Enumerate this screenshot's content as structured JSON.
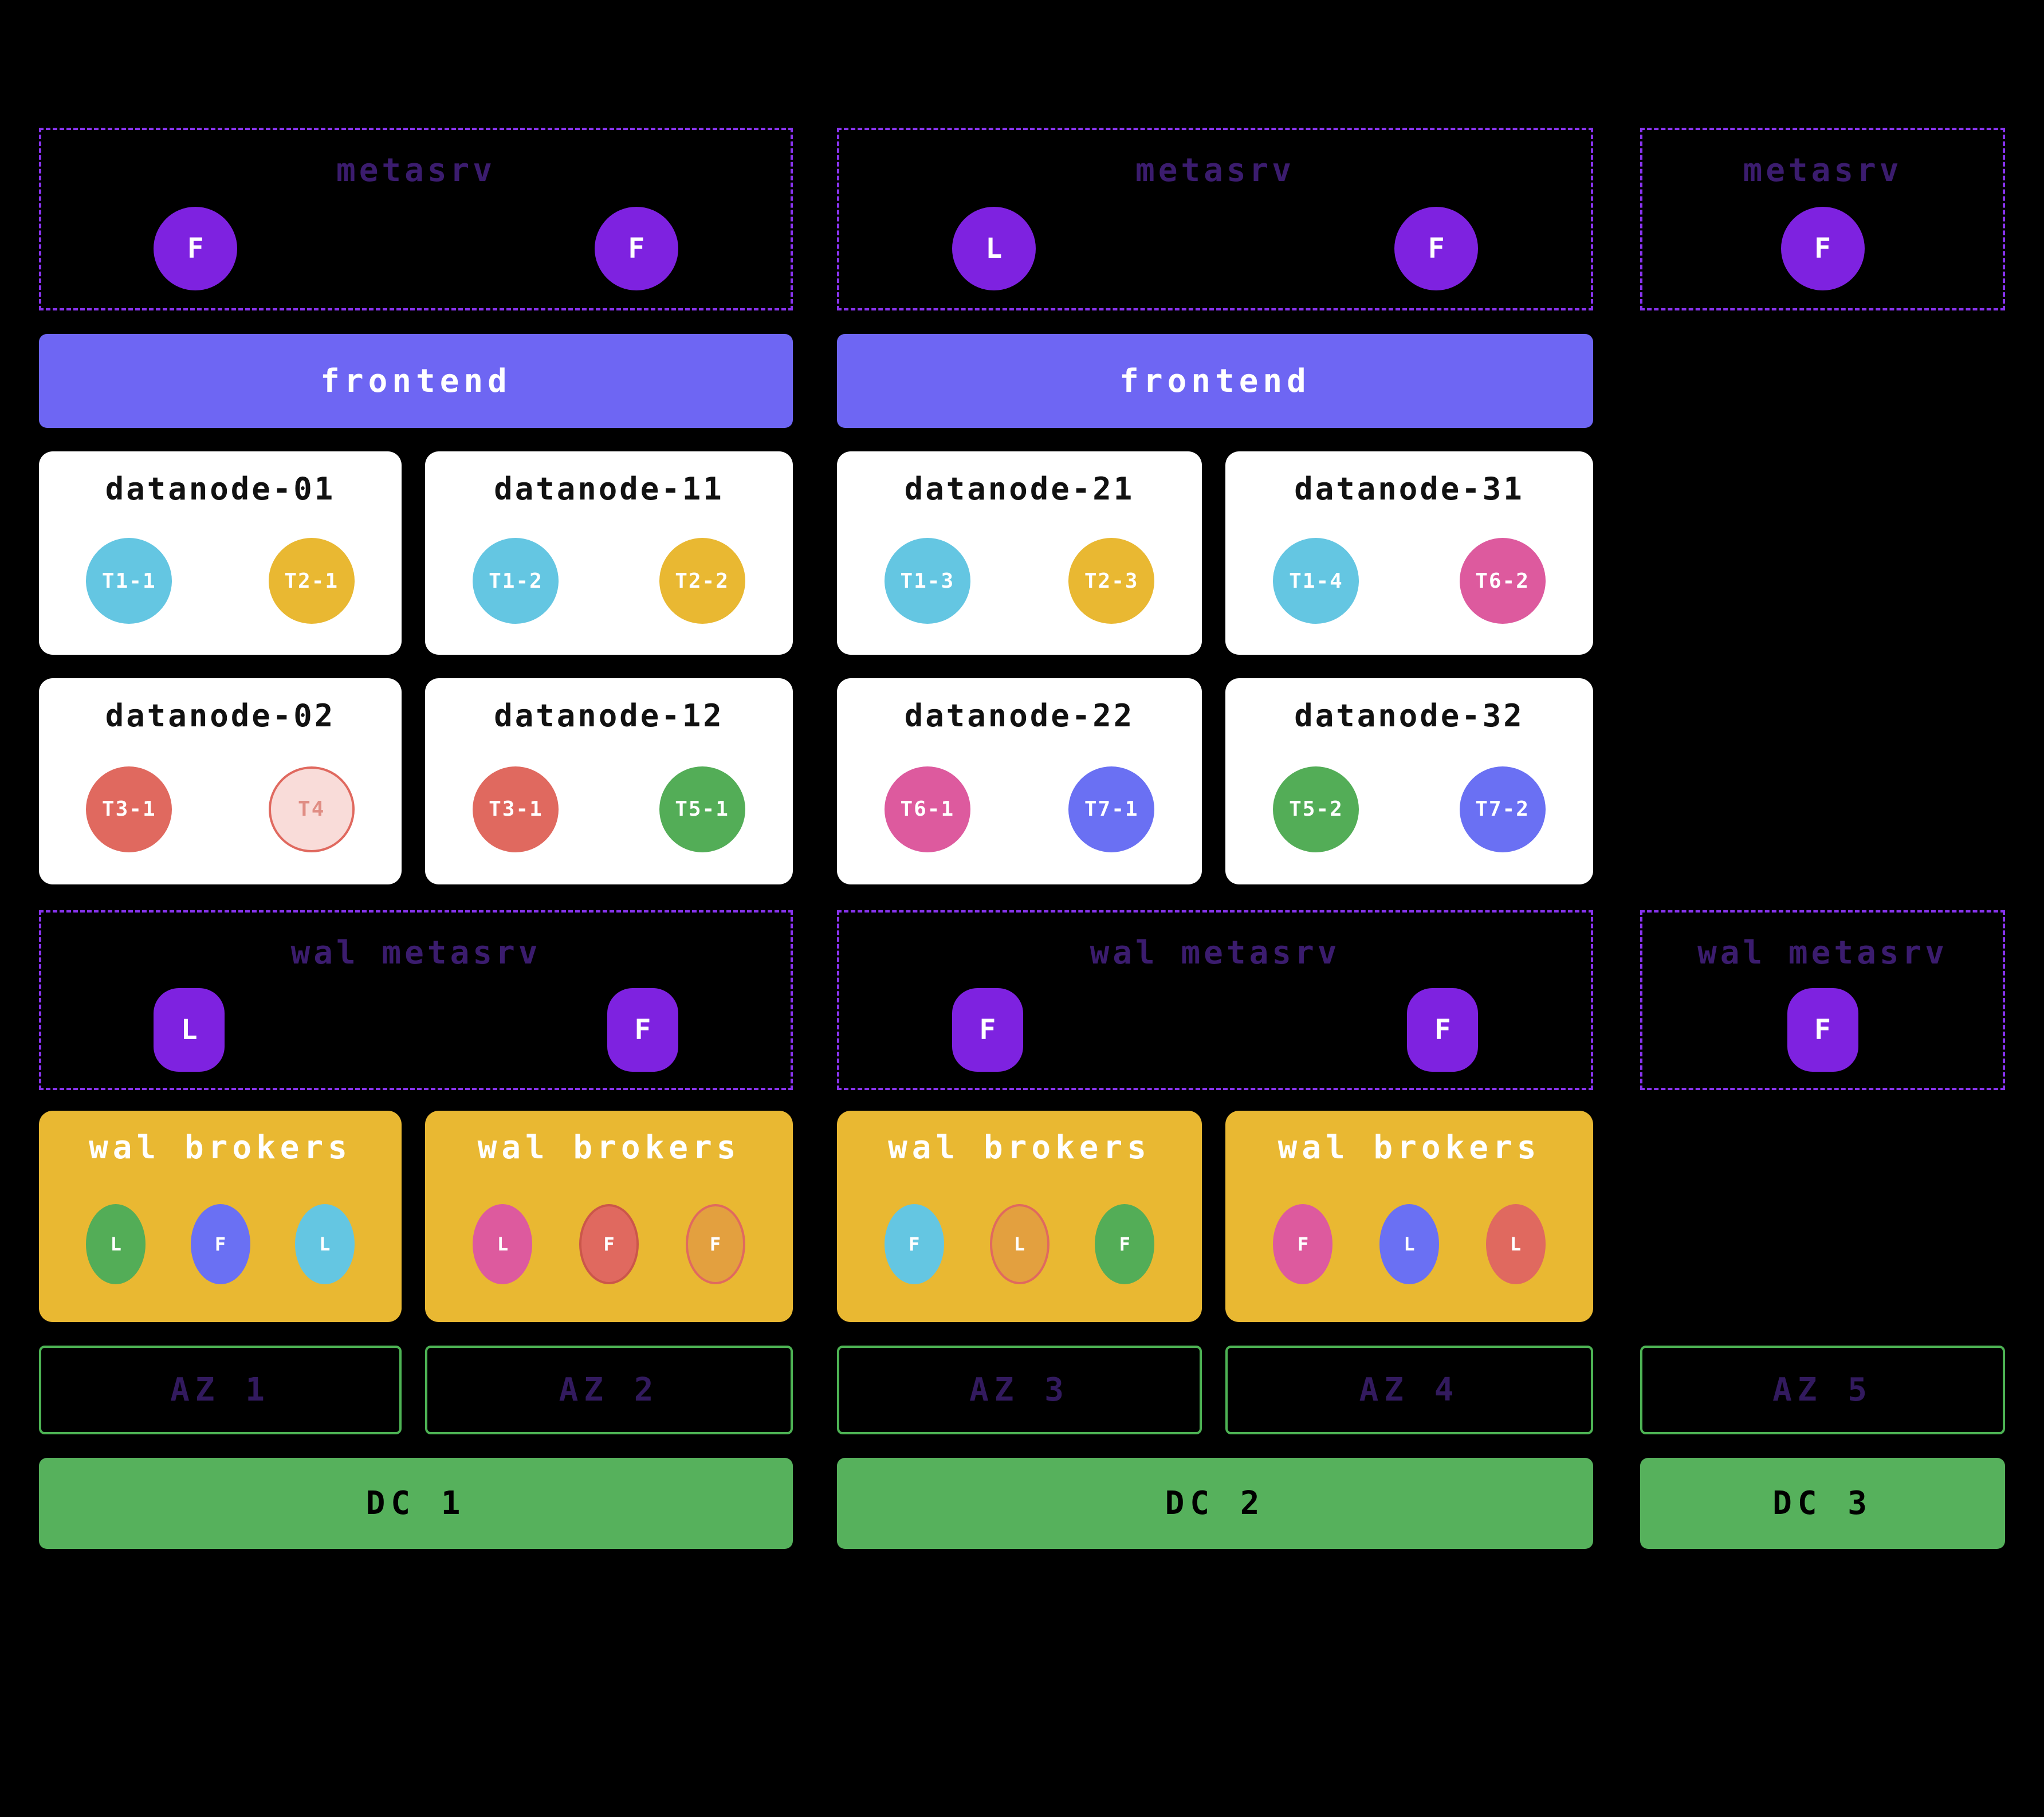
{
  "colors": {
    "background": "#000000",
    "dashed_border": "#8833ee",
    "dashed_title": "#3b1c6e",
    "metasrv_node": "#7e22e0",
    "frontend": "#6e66f3",
    "card_bg": "#ffffff",
    "card_title": "#111111",
    "broker_box": "#e9b832",
    "broker_title": "#ffffff",
    "az_border": "#4db354",
    "az_label": "#321a5e",
    "dc_bar": "#56b15c",
    "dc_label": "#000000"
  },
  "metasrv_groups": [
    {
      "title": "metasrv",
      "nodes": [
        {
          "label": "F"
        },
        {
          "label": "F"
        }
      ]
    },
    {
      "title": "metasrv",
      "nodes": [
        {
          "label": "L"
        },
        {
          "label": "F"
        }
      ]
    },
    {
      "title": "metasrv",
      "nodes": [
        {
          "label": "F"
        }
      ]
    }
  ],
  "frontends": [
    {
      "label": "frontend"
    },
    {
      "label": "frontend"
    }
  ],
  "datanodes": [
    {
      "title": "datanode-01",
      "regions": [
        {
          "label": "T1-1",
          "color": "#64c6e2"
        },
        {
          "label": "T2-1",
          "color": "#e9b832"
        }
      ]
    },
    {
      "title": "datanode-11",
      "regions": [
        {
          "label": "T1-2",
          "color": "#64c6e2"
        },
        {
          "label": "T2-2",
          "color": "#e9b832"
        }
      ]
    },
    {
      "title": "datanode-21",
      "regions": [
        {
          "label": "T1-3",
          "color": "#64c6e2"
        },
        {
          "label": "T2-3",
          "color": "#e9b832"
        }
      ]
    },
    {
      "title": "datanode-31",
      "regions": [
        {
          "label": "T1-4",
          "color": "#64c6e2"
        },
        {
          "label": "T6-2",
          "color": "#dd5a9e"
        }
      ]
    },
    {
      "title": "datanode-02",
      "regions": [
        {
          "label": "T3-1",
          "color": "#e0695f"
        },
        {
          "label": "T4",
          "color": "#f9dcd9",
          "border": "#e0695f",
          "text": "#e08d84"
        }
      ]
    },
    {
      "title": "datanode-12",
      "regions": [
        {
          "label": "T3-1",
          "color": "#e0695f"
        },
        {
          "label": "T5-1",
          "color": "#53ad57"
        }
      ]
    },
    {
      "title": "datanode-22",
      "regions": [
        {
          "label": "T6-1",
          "color": "#dd5a9e"
        },
        {
          "label": "T7-1",
          "color": "#6a70f3"
        }
      ]
    },
    {
      "title": "datanode-32",
      "regions": [
        {
          "label": "T5-2",
          "color": "#53ad57"
        },
        {
          "label": "T7-2",
          "color": "#6a70f3"
        }
      ]
    }
  ],
  "wal_metasrv_groups": [
    {
      "title": "wal metasrv",
      "nodes": [
        {
          "label": "L"
        },
        {
          "label": "F"
        }
      ]
    },
    {
      "title": "wal metasrv",
      "nodes": [
        {
          "label": "F"
        },
        {
          "label": "F"
        }
      ]
    },
    {
      "title": "wal metasrv",
      "nodes": [
        {
          "label": "F"
        }
      ]
    }
  ],
  "wal_broker_groups": [
    {
      "title": "wal brokers",
      "nodes": [
        {
          "label": "L",
          "color": "#53ad57"
        },
        {
          "label": "F",
          "color": "#6a70f3"
        },
        {
          "label": "L",
          "color": "#64c6e2"
        }
      ]
    },
    {
      "title": "wal brokers",
      "nodes": [
        {
          "label": "L",
          "color": "#dd5a9e"
        },
        {
          "label": "F",
          "color": "#e0695f",
          "border": "#cb564a"
        },
        {
          "label": "F",
          "color": "#e3a03f",
          "border": "#e0695f"
        }
      ]
    },
    {
      "title": "wal brokers",
      "nodes": [
        {
          "label": "F",
          "color": "#64c6e2"
        },
        {
          "label": "L",
          "color": "#e3a03f",
          "border": "#e0695f"
        },
        {
          "label": "F",
          "color": "#53ad57"
        }
      ]
    },
    {
      "title": "wal brokers",
      "nodes": [
        {
          "label": "F",
          "color": "#dd5a9e"
        },
        {
          "label": "L",
          "color": "#6a70f3"
        },
        {
          "label": "L",
          "color": "#e0695f"
        }
      ]
    }
  ],
  "availability_zones": [
    {
      "label": "AZ 1"
    },
    {
      "label": "AZ 2"
    },
    {
      "label": "AZ 3"
    },
    {
      "label": "AZ 4"
    },
    {
      "label": "AZ 5"
    }
  ],
  "datacenters": [
    {
      "label": "DC 1"
    },
    {
      "label": "DC 2"
    },
    {
      "label": "DC 3"
    }
  ]
}
